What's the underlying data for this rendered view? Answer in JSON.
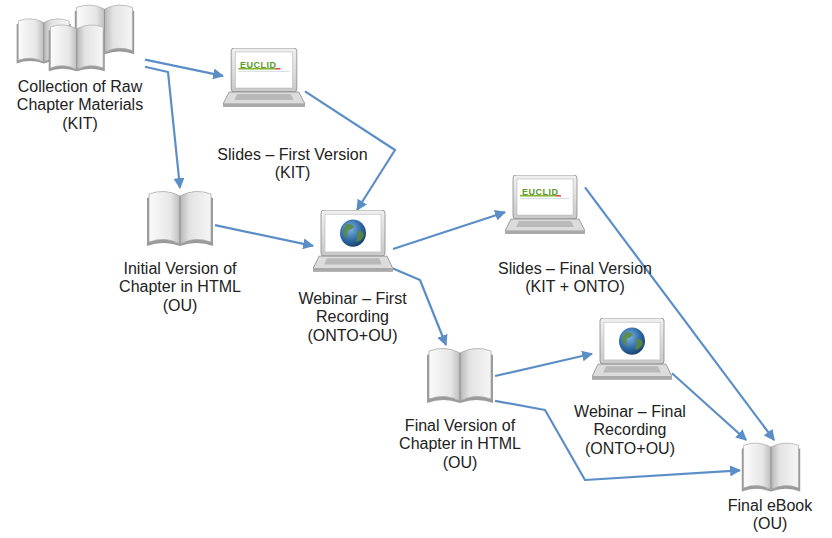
{
  "diagram": {
    "nodes": [
      {
        "text": [
          "Collection of Raw Chapter Materials (KIT)"
        ]
      },
      {
        "text": [
          "Slides – First Version (KIT)"
        ]
      },
      {
        "text": [
          "Initial Version of Chapter in HTML (OU)"
        ]
      },
      {
        "text": [
          "Webinar – First Recording (ONTO+OU)"
        ]
      },
      {
        "text": [
          "Slides – Final Version (KIT + ONTO)"
        ]
      },
      {
        "text": [
          "Final Version of Chapter in HTML (OU)"
        ]
      },
      {
        "text": [
          "Webinar – Final Recording (ONTO+OU)"
        ]
      },
      {
        "text": [
          "Final eBook (OU)"
        ]
      }
    ],
    "edges": [
      {
        "from": 0,
        "to": 1,
        "arrow": "to"
      },
      {
        "from": 0,
        "to": 2,
        "arrow": "to"
      },
      {
        "from": 1,
        "to": 3,
        "arrow": "to"
      },
      {
        "from": 2,
        "to": 3,
        "arrow": "to"
      },
      {
        "from": 3,
        "to": 4,
        "arrow": "to"
      },
      {
        "from": 3,
        "to": 5,
        "arrow": "to"
      },
      {
        "from": 5,
        "to": 6,
        "arrow": "to"
      },
      {
        "from": 5,
        "to": 7,
        "arrow": "to"
      },
      {
        "from": 4,
        "to": 7,
        "arrow": "to"
      },
      {
        "from": 6,
        "to": 7,
        "arrow": "to"
      }
    ],
    "labels": [
      "EUCLID",
      "EUCLID"
    ]
  }
}
